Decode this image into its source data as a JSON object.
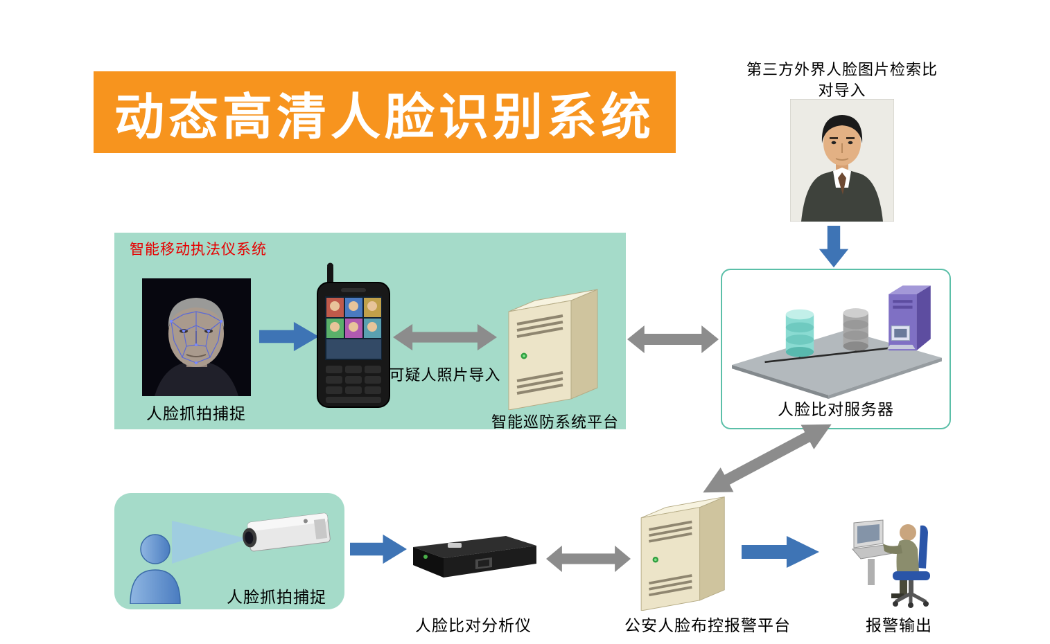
{
  "title": {
    "text": "动态高清人脸识别系统"
  },
  "external_import": {
    "caption": "第三方外界人脸图片检索比对导入"
  },
  "mobile_enforcement": {
    "system_label": "智能移动执法仪系统",
    "face_capture_label": "人脸抓拍捕捉",
    "suspect_photo_label": "可疑人照片导入",
    "patrol_platform_label": "智能巡防系统平台"
  },
  "comparison_server": {
    "label": "人脸比对服务器"
  },
  "front_capture": {
    "label": "人脸抓拍捕捉"
  },
  "analyzer": {
    "label": "人脸比对分析仪"
  },
  "police_platform": {
    "label": "公安人脸布控报警平台"
  },
  "alarm_output": {
    "label": "报警输出"
  },
  "colors": {
    "banner_bg": "#F7941E",
    "banner_text": "#FFFFFF",
    "region_bg": "#A5DBC9",
    "system_label_red": "#E60000",
    "arrow_blue": "#3E74B5",
    "arrow_gray": "#8C8C8C",
    "server_box_border": "#5BBFA8"
  },
  "icons": {
    "portrait": "portrait-photo",
    "face_capture_top": "face-recognition-image",
    "handheld_terminal": "handheld-terminal-icon",
    "patrol_server": "server-tower-icon",
    "comparison_server": "server-platform-icon",
    "person": "person-icon",
    "camera": "surveillance-camera-icon",
    "light_beam": "light-beam",
    "analyzer": "analyzer-device-icon",
    "police_server": "server-tower-icon",
    "operator": "operator-at-computer-icon"
  }
}
